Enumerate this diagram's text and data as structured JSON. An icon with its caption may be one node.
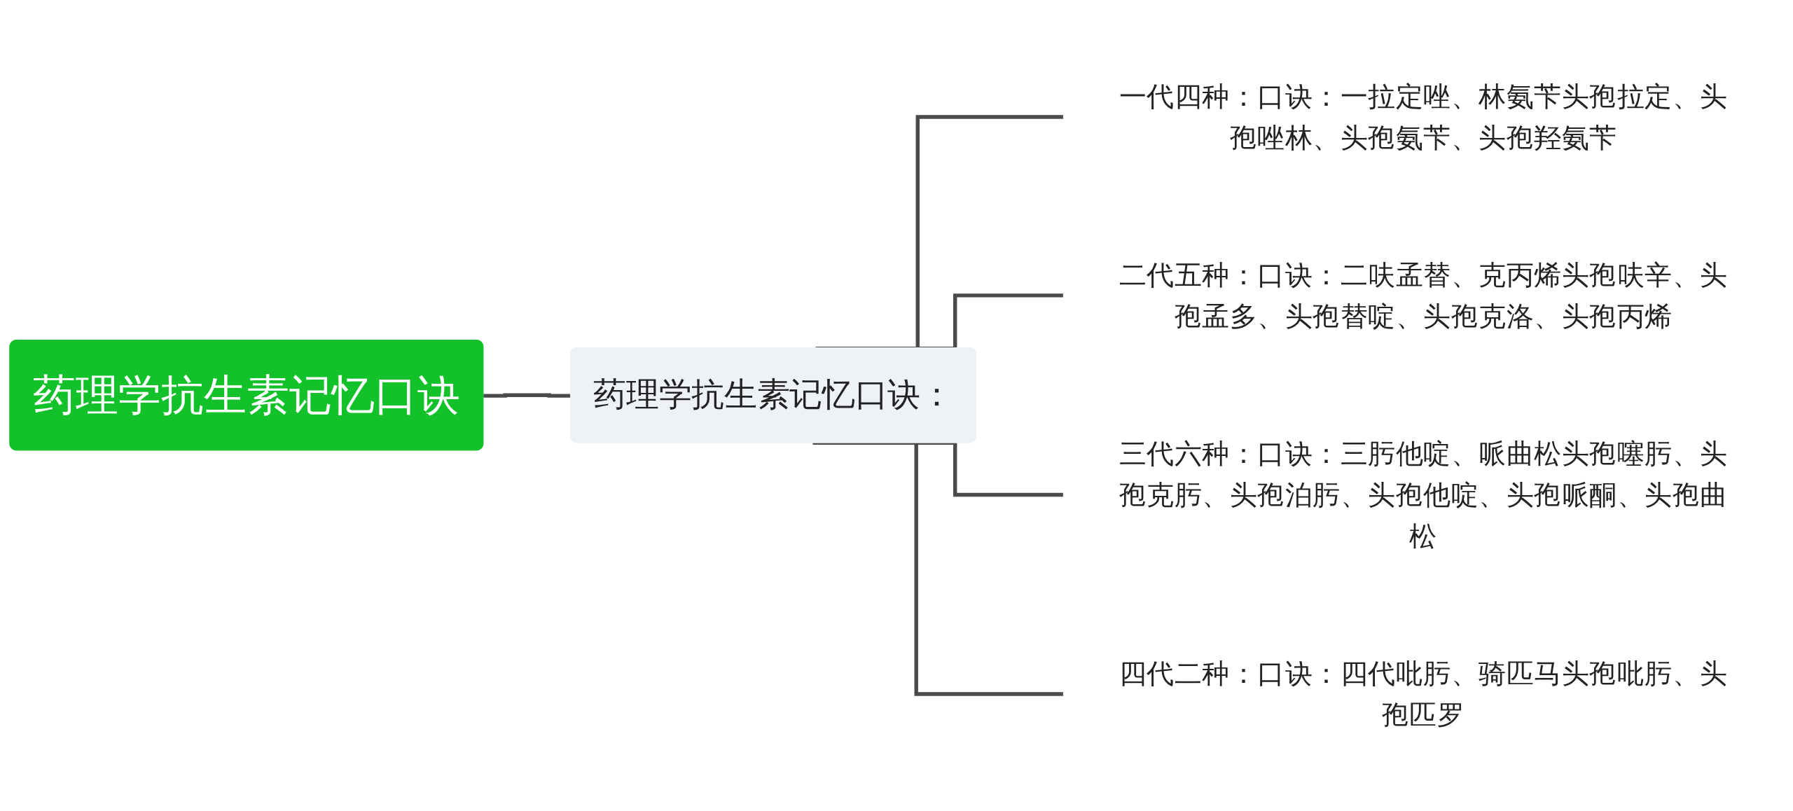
{
  "diagram": {
    "nodes": [
      {
        "text": [
          "药理学抗生素记忆口诀"
        ]
      },
      {
        "text": [
          "药理学抗生素记忆口诀："
        ]
      },
      {
        "text": [
          "一代四种：口诀：一拉定唑、林氨苄头孢拉定、头孢唑林、头孢氨苄、头孢羟氨苄"
        ]
      },
      {
        "text": [
          "二代五种：口诀：二呋孟替、克丙烯头孢呋辛、头孢孟多、头孢替啶、头孢克洛、头孢丙烯"
        ]
      },
      {
        "text": [
          "三代六种：口诀：三肟他啶、哌曲松头孢噻肟、头孢克肟、头孢泊肟、头孢他啶、头孢哌酮、头孢曲松"
        ]
      },
      {
        "text": [
          "四代二种：口诀：四代吡肟、骑匹马头孢吡肟、头孢匹罗"
        ]
      }
    ],
    "edges": [
      {
        "from": 0,
        "to": 1,
        "arrow": "none"
      },
      {
        "from": 1,
        "to": 2,
        "arrow": "none"
      },
      {
        "from": 1,
        "to": 3,
        "arrow": "none"
      },
      {
        "from": 1,
        "to": 4,
        "arrow": "none"
      },
      {
        "from": 1,
        "to": 5,
        "arrow": "none"
      }
    ]
  }
}
